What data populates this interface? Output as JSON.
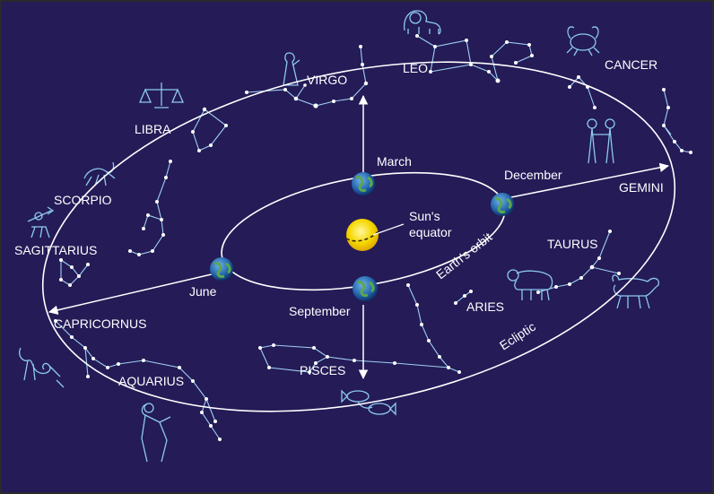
{
  "colors": {
    "background": "#241b57",
    "border": "#2a2a2a",
    "orbit": "#ffffff",
    "constellation": "#9fd0f0",
    "sun": "#f5d800"
  },
  "constellations": {
    "virgo": "VIRGO",
    "leo": "LEO",
    "cancer": "CANCER",
    "libra": "LIBRA",
    "gemini": "GEMINI",
    "scorpio": "SCORPIO",
    "sagittarius": "SAGITTARIUS",
    "taurus": "TAURUS",
    "capricornus": "CAPRICORNUS",
    "aries": "ARIES",
    "aquarius": "AQUARIUS",
    "pisces": "PISCES"
  },
  "months": {
    "march": "March",
    "june": "June",
    "september": "September",
    "december": "December"
  },
  "labels": {
    "sun_line1": "Sun's",
    "sun_line2": "equator",
    "earth_orbit": "Earth's orbit",
    "ecliptic": "Ecliptic"
  }
}
